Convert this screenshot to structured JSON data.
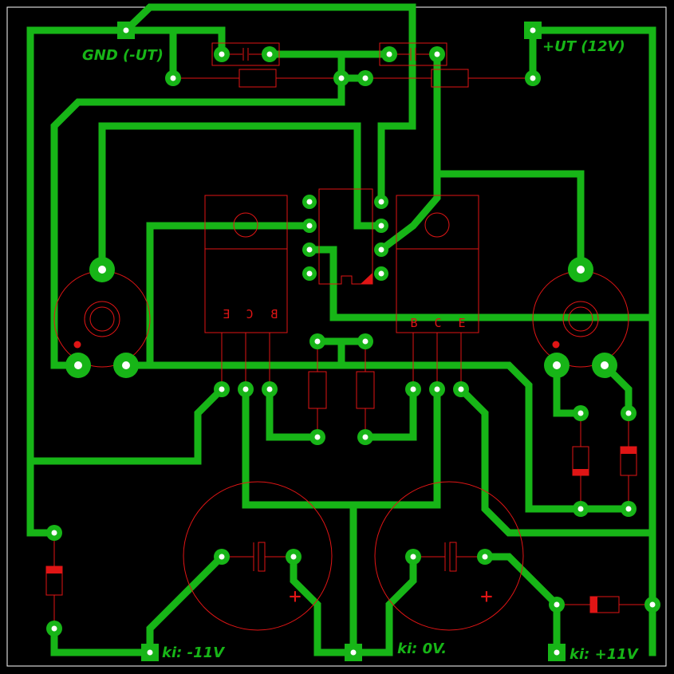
{
  "colors": {
    "board": "#000000",
    "border": "#ffffff",
    "trace": "#17b517",
    "pad_hole": "#ffffff",
    "silkscreen": "#e01515",
    "diode_band": "#e01515",
    "label": "#17b517"
  },
  "labels": {
    "gnd": "GND (-UT)",
    "plus_ut": "+UT (12V)",
    "minus_in": "ki: -11V",
    "zero_in": "ki: 0V.",
    "plus_in": "ki: +11V"
  },
  "transistors": {
    "left_pins": [
      "E",
      "C",
      "B"
    ],
    "right_pins": [
      "B",
      "C",
      "E"
    ]
  },
  "capacitor_polarity": "+"
}
